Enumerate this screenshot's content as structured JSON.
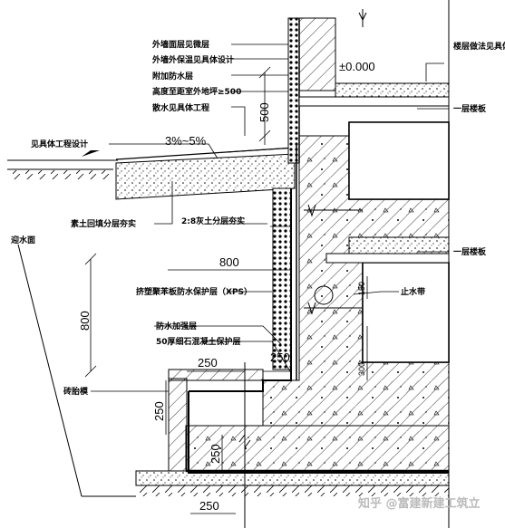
{
  "labels": {
    "exterior_finish": "外墙面层见微层",
    "exterior_insulation": "外墙外保温见具体设计",
    "extra_waterproof": "附加防水层",
    "height_above_grade": "高度至距室外地坪≥500",
    "apron_detail": "散水见具体工程",
    "landscape_detail": "见具体工程设计",
    "slope": "3%~5%",
    "backfill": "素土回填分层夯实",
    "water_surface": "迎水面",
    "soil_28": "2:8灰土分层夯实",
    "xps_protection": "挤塑聚苯板防水保护层（XPS）",
    "waterproof_reinforce": "防水加强层",
    "fine_stone_protect": "50厚细石混凝土保护层",
    "brick_fence": "砖胎模",
    "floor_finish": "楼层做法见具体工程",
    "floor_slab_1": "一层楼板",
    "floor_slab_b1": "一层楼板",
    "water_stop": "止水带",
    "elevation": "±0.000",
    "watermark": "知乎 @富建新建工筑立"
  },
  "dimensions": {
    "d500": "500",
    "d800_h": "800",
    "d800_v": "800",
    "d250_a": "250",
    "d250_b": "250",
    "d250_c": "250",
    "d250_d": "250",
    "d250_e": "250",
    "d150": "150",
    "d300": "300"
  }
}
